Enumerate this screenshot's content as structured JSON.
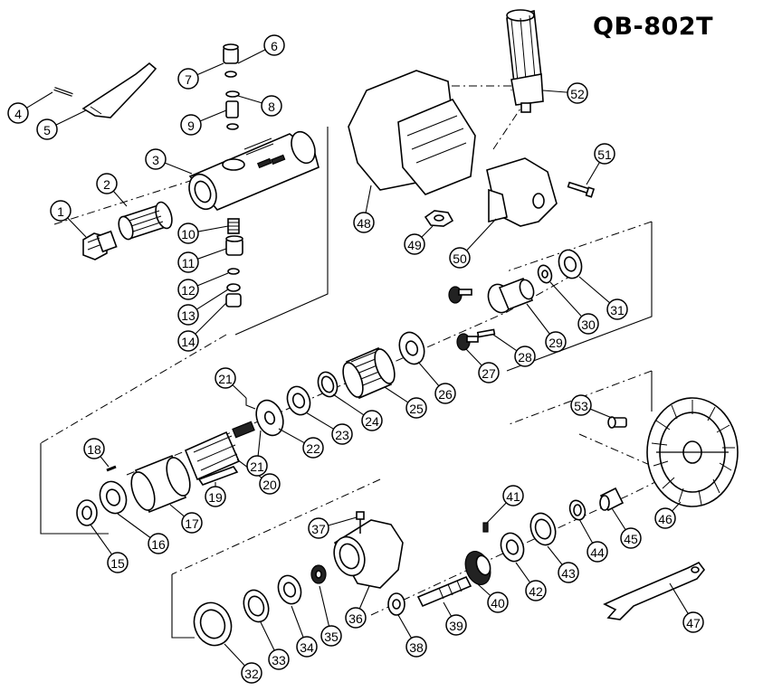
{
  "title": "QB-802T",
  "colors": {
    "line": "#000000",
    "background": "#ffffff"
  },
  "callouts": [
    {
      "label": "1"
    },
    {
      "label": "2"
    },
    {
      "label": "3"
    },
    {
      "label": "4"
    },
    {
      "label": "5"
    },
    {
      "label": "6"
    },
    {
      "label": "7"
    },
    {
      "label": "8"
    },
    {
      "label": "9"
    },
    {
      "label": "10"
    },
    {
      "label": "11"
    },
    {
      "label": "12"
    },
    {
      "label": "13"
    },
    {
      "label": "14"
    },
    {
      "label": "15"
    },
    {
      "label": "16"
    },
    {
      "label": "17"
    },
    {
      "label": "18"
    },
    {
      "label": "19"
    },
    {
      "label": "20"
    },
    {
      "label": "21"
    },
    {
      "label": "21"
    },
    {
      "label": "22"
    },
    {
      "label": "23"
    },
    {
      "label": "24"
    },
    {
      "label": "25"
    },
    {
      "label": "26"
    },
    {
      "label": "27"
    },
    {
      "label": "28"
    },
    {
      "label": "29"
    },
    {
      "label": "30"
    },
    {
      "label": "31"
    },
    {
      "label": "32"
    },
    {
      "label": "33"
    },
    {
      "label": "34"
    },
    {
      "label": "35"
    },
    {
      "label": "36"
    },
    {
      "label": "37"
    },
    {
      "label": "38"
    },
    {
      "label": "39"
    },
    {
      "label": "40"
    },
    {
      "label": "41"
    },
    {
      "label": "42"
    },
    {
      "label": "43"
    },
    {
      "label": "44"
    },
    {
      "label": "45"
    },
    {
      "label": "46"
    },
    {
      "label": "47"
    },
    {
      "label": "48"
    },
    {
      "label": "49"
    },
    {
      "label": "50"
    },
    {
      "label": "51"
    },
    {
      "label": "52"
    },
    {
      "label": "53"
    }
  ]
}
